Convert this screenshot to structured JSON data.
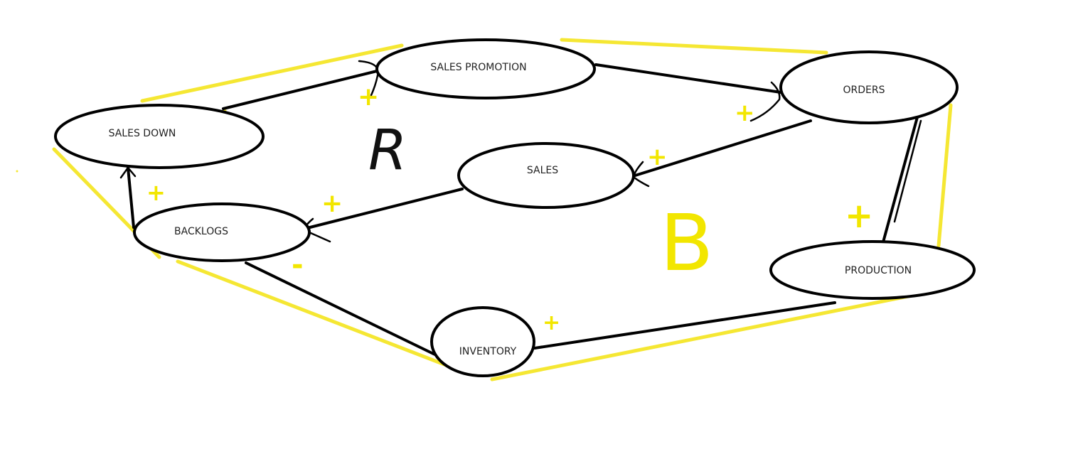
{
  "nodes": {
    "sales_promotion": "SALES PROMOTION",
    "orders": "ORDERS",
    "sales_down": "SALES DOWN",
    "sales": "SALES",
    "backlogs": "BACKLOGS",
    "production": "PRODUCTION",
    "inventory": "INVENTORY"
  },
  "loop_labels": {
    "reinforcing": "R",
    "balancing": "B"
  },
  "polarity": {
    "plus": "+",
    "minus": "-"
  },
  "colors": {
    "outline": "#000000",
    "highlight": "#f5e733",
    "background": "#ffffff"
  }
}
